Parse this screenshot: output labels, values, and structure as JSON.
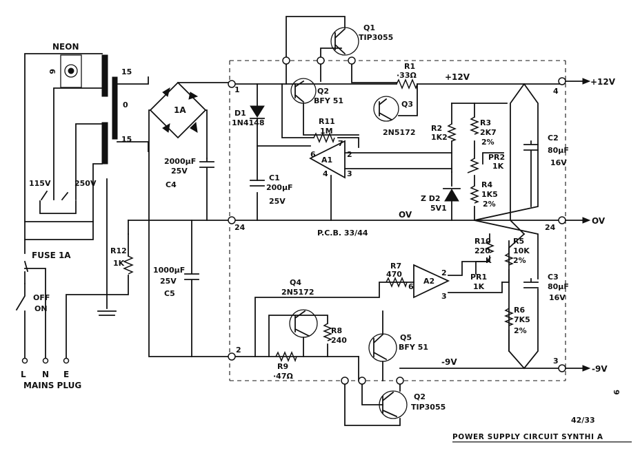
{
  "diagram": {
    "mains": {
      "neon": "NEON",
      "transformer_pin6": "6",
      "tap_115": "115V",
      "tap_250": "250V",
      "fuse": "FUSE 1A",
      "switch_off": "OFF",
      "switch_on": "ON",
      "plug_L": "L",
      "plug_N": "N",
      "plug_E": "E",
      "plug_label": "MAINS PLUG",
      "sec_top": "15",
      "sec_mid": "0",
      "sec_bot": "15",
      "bridge": "1A"
    },
    "components": {
      "q1": {
        "name": "Q1",
        "part": "TIP3055"
      },
      "q2_top": {
        "name": "Q2",
        "part": "BFY 51"
      },
      "q3": {
        "name": "Q3",
        "part": "2N5172"
      },
      "q4": {
        "name": "Q4",
        "part": "2N5172"
      },
      "q5": {
        "name": "Q5",
        "part": "BFY 51"
      },
      "q2_bot": {
        "name": "Q2",
        "part": "TIP3055"
      },
      "d1": {
        "name": "D1",
        "part": "1N4148"
      },
      "zd2": {
        "name": "Z D2",
        "part": "5V1"
      },
      "r1": {
        "name": "R1",
        "value": "·33Ω"
      },
      "r2": {
        "name": "R2",
        "value": "1K2"
      },
      "r3": {
        "name": "R3",
        "value": "2K7",
        "tol": "2%"
      },
      "r4": {
        "name": "R4",
        "value": "1K5",
        "tol": "2%"
      },
      "r5": {
        "name": "R5",
        "value": "10K",
        "tol": "2%"
      },
      "r6": {
        "name": "R6",
        "value": "7K5",
        "tol": "2%"
      },
      "r7": {
        "name": "R7",
        "value": "470"
      },
      "r8": {
        "name": "R8",
        "value": "240"
      },
      "r9": {
        "name": "R9",
        "value": "·47Ω"
      },
      "r10": {
        "name": "R10",
        "value": "220",
        "unit": "K"
      },
      "r11": {
        "name": "R11",
        "value": "1M"
      },
      "r12": {
        "name": "R12",
        "value": "1K"
      },
      "pr1": {
        "name": "PR1",
        "value": "1K"
      },
      "pr2": {
        "name": "PR2",
        "value": "1K"
      },
      "c1": {
        "name": "C1",
        "value": "200µF",
        "voltage": "25V"
      },
      "c2": {
        "name": "C2",
        "value": "80µF",
        "voltage": "16V"
      },
      "c3": {
        "name": "C3",
        "value": "80µF",
        "voltage": "16V"
      },
      "c4": {
        "name": "C4",
        "value": "2000µF",
        "voltage": "25V"
      },
      "c5": {
        "name": "C5",
        "value": "1000µF",
        "voltage": "25V"
      },
      "a1": {
        "name": "A1",
        "pin_minus": "2",
        "pin_plus": "3",
        "pin_out": "6",
        "pin_top": "7",
        "pin_bot": "4"
      },
      "a2": {
        "name": "A2",
        "pin_minus": "2",
        "pin_plus": "3",
        "pin_out": "6"
      }
    },
    "nets": {
      "pos12_inner": "+12V",
      "ov_inner": "OV",
      "neg9_inner": "-9V",
      "pcb": "P.C.B. 33/44"
    },
    "pins": {
      "p1": "1",
      "p24_left": "24",
      "p2": "2",
      "p4": "4",
      "p24_right": "24",
      "p3": "3"
    },
    "outputs": {
      "pos12": "+12V",
      "ov": "OV",
      "neg9": "-9V"
    },
    "footer": {
      "sheet": "42/33",
      "title": "POWER SUPPLY CIRCUIT SYNTHI A",
      "edge_mark": "9"
    }
  }
}
